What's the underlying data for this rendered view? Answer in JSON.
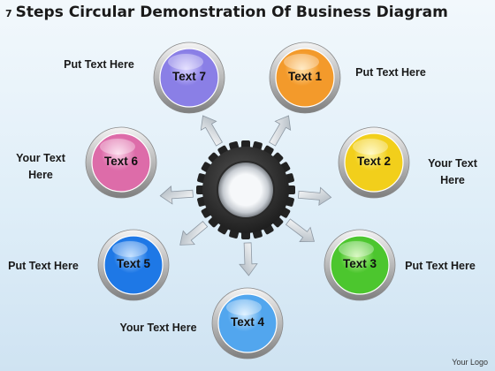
{
  "title": {
    "number": "7",
    "text": "Steps Circular Demonstration Of Business Diagram"
  },
  "nodes": [
    {
      "label": "Text 1",
      "color": "#f39a2b",
      "light": "#ffe0a8",
      "caption": "Put Text Here"
    },
    {
      "label": "Text 2",
      "color": "#f2cf1b",
      "light": "#fff7a8",
      "caption": "Your Text Here"
    },
    {
      "label": "Text 3",
      "color": "#4cc62e",
      "light": "#c8f5a6",
      "caption": "Put Text Here"
    },
    {
      "label": "Text 4",
      "color": "#52a6ee",
      "light": "#d2ecff",
      "caption": "Your Text Here"
    },
    {
      "label": "Text 5",
      "color": "#1e78e6",
      "light": "#a8d2ff",
      "caption": "Put Text Here"
    },
    {
      "label": "Text 6",
      "color": "#dd6ca9",
      "light": "#fbd2e8",
      "caption": "Your Text Here"
    },
    {
      "label": "Text 7",
      "color": "#8a7fe6",
      "light": "#d8d2ff",
      "caption": "Put Text Here"
    }
  ],
  "logo": "Your Logo"
}
